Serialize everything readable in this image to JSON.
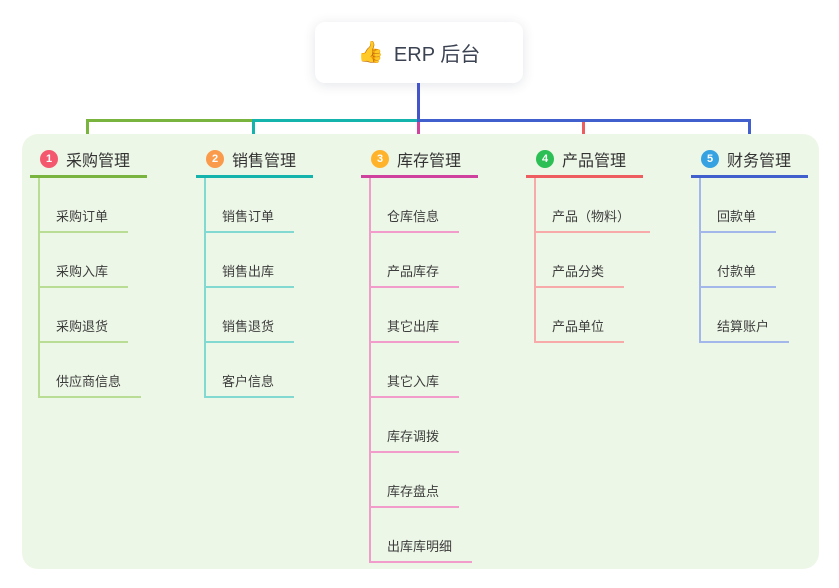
{
  "root": {
    "icon": "thumbs-up-icon",
    "icon_glyph": "👍",
    "label": "ERP 后台"
  },
  "colors": {
    "root_line": "#4455cb",
    "panel_bg": "#edf7e7"
  },
  "branches": [
    {
      "index": "1",
      "label": "采购管理",
      "badge_color": "#f4586e",
      "line_color": "#79b43f",
      "child_line_color": "#b9dd95",
      "children": [
        "采购订单",
        "采购入库",
        "采购退货",
        "供应商信息"
      ]
    },
    {
      "index": "2",
      "label": "销售管理",
      "badge_color": "#fa9a4b",
      "line_color": "#14b3ac",
      "child_line_color": "#82d9d2",
      "children": [
        "销售订单",
        "销售出库",
        "销售退货",
        "客户信息"
      ]
    },
    {
      "index": "3",
      "label": "库存管理",
      "badge_color": "#ffb32a",
      "line_color": "#cf429d",
      "child_line_color": "#f19cca",
      "children": [
        "仓库信息",
        "产品库存",
        "其它出库",
        "其它入库",
        "库存调拨",
        "库存盘点",
        "出库库明细"
      ]
    },
    {
      "index": "4",
      "label": "产品管理",
      "badge_color": "#2bbf55",
      "line_color": "#ee5e60",
      "child_line_color": "#f8a9aa",
      "children": [
        "产品（物料）",
        "产品分类",
        "产品单位"
      ]
    },
    {
      "index": "5",
      "label": "财务管理",
      "badge_color": "#36a2e1",
      "line_color": "#4160cd",
      "child_line_color": "#a3b7ea",
      "children": [
        "回款单",
        "付款单",
        "结算账户"
      ]
    }
  ]
}
